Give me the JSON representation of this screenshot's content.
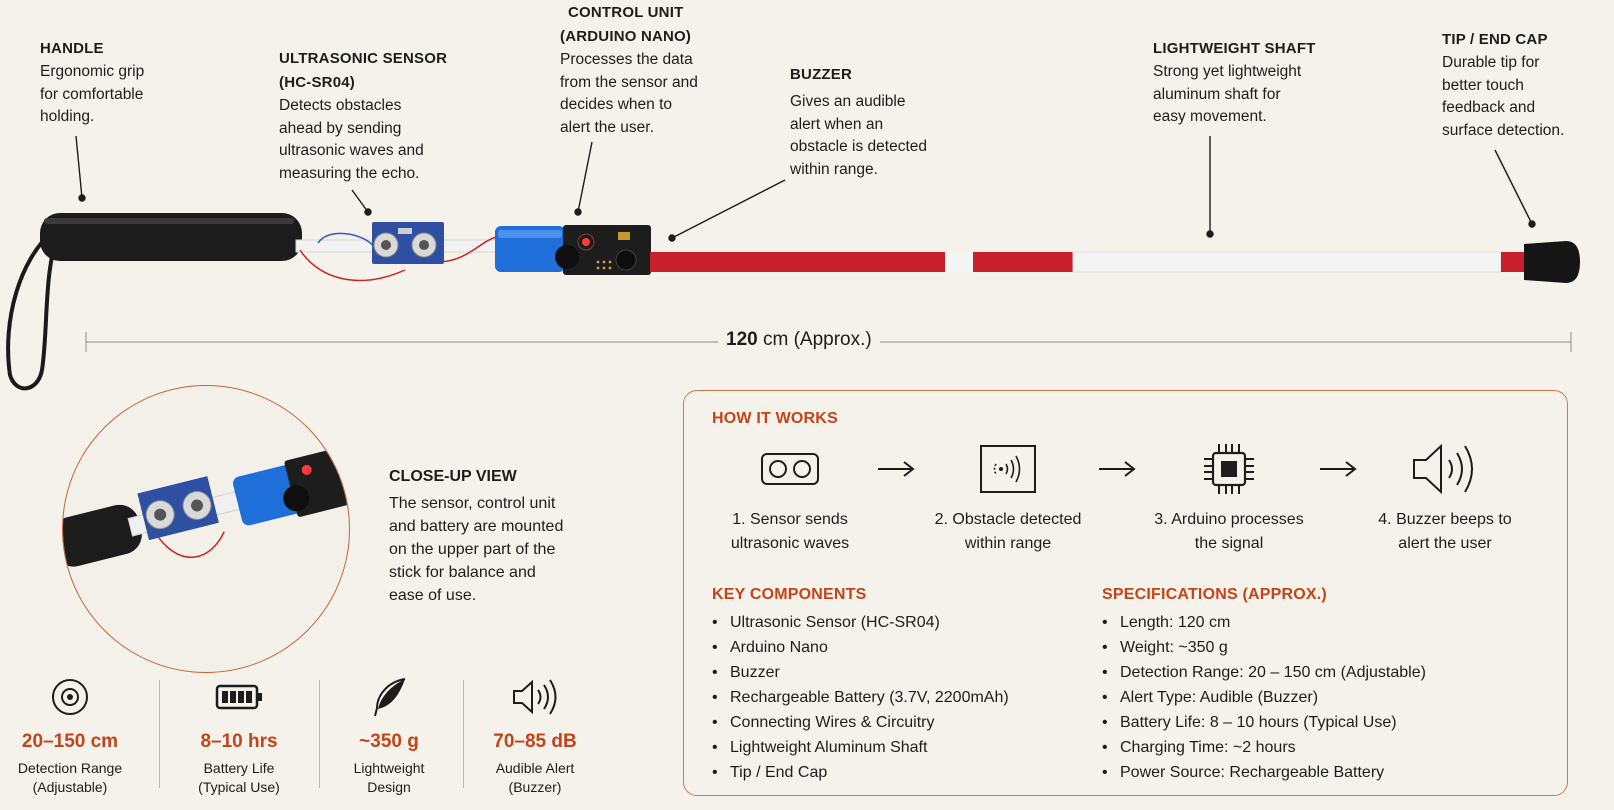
{
  "callouts": {
    "handle": {
      "title": "HANDLE",
      "text": [
        "Ergonomic grip",
        "for comfortable",
        "holding."
      ]
    },
    "sensor": {
      "title": [
        "ULTRASONIC SENSOR",
        "(HC-SR04)"
      ],
      "text": [
        "Detects obstacles",
        "ahead by sending",
        "ultrasonic waves and",
        "measuring the echo."
      ]
    },
    "control": {
      "title": [
        "CONTROL UNIT",
        "(ARDUINO NANO)"
      ],
      "text": [
        "Processes the data",
        "from the sensor and",
        "decides when to",
        "alert the user."
      ]
    },
    "buzzer": {
      "title": "BUZZER",
      "text": [
        "Gives an audible",
        "alert when an",
        "obstacle is detected",
        "within range."
      ]
    },
    "shaft": {
      "title": "LIGHTWEIGHT SHAFT",
      "text": [
        "Strong yet lightweight",
        "aluminum shaft for",
        "easy movement."
      ]
    },
    "tip": {
      "title": "TIP / END CAP",
      "text": [
        "Durable tip for",
        "better touch",
        "feedback and",
        "surface detection."
      ]
    }
  },
  "dimension": {
    "value": "120",
    "unit": "cm (Approx.)"
  },
  "closeup": {
    "title": "CLOSE-UP VIEW",
    "text": [
      "The sensor, control unit",
      "and battery are mounted",
      "on the upper part of the",
      "stick for balance and",
      "ease of use."
    ]
  },
  "stats": [
    {
      "icon": "target-icon",
      "value": "20–150 cm",
      "label": [
        "Detection Range",
        "(Adjustable)"
      ]
    },
    {
      "icon": "battery-icon",
      "value": "8–10 hrs",
      "label": [
        "Battery Life",
        "(Typical Use)"
      ]
    },
    {
      "icon": "feather-icon",
      "value": "~350 g",
      "label": [
        "Lightweight",
        "Design"
      ]
    },
    {
      "icon": "speaker-icon",
      "value": "70–85 dB",
      "label": [
        "Audible Alert",
        "(Buzzer)"
      ]
    }
  ],
  "how_it_works": {
    "title": "HOW IT WORKS",
    "steps": [
      {
        "icon": "ultrasonic-sensor-icon",
        "text": [
          "1. Sensor sends",
          "ultrasonic waves"
        ]
      },
      {
        "icon": "obstacle-detected-icon",
        "text": [
          "2. Obstacle detected",
          "within range"
        ]
      },
      {
        "icon": "chip-icon",
        "text": [
          "3. Arduino processes",
          "the signal"
        ]
      },
      {
        "icon": "speaker-icon",
        "text": [
          "4. Buzzer beeps to",
          "alert the user"
        ]
      }
    ]
  },
  "key_components": {
    "title": "KEY COMPONENTS",
    "items": [
      "Ultrasonic Sensor (HC-SR04)",
      "Arduino Nano",
      "Buzzer",
      "Rechargeable Battery (3.7V, 2200mAh)",
      "Connecting Wires & Circuitry",
      "Lightweight Aluminum Shaft",
      "Tip / End Cap"
    ]
  },
  "specifications": {
    "title": "SPECIFICATIONS (APPROX.)",
    "items": [
      "Length: 120 cm",
      "Weight: ~350 g",
      "Detection Range: 20 – 150 cm (Adjustable)",
      "Alert Type: Audible (Buzzer)",
      "Battery Life: 8 – 10 hours (Typical Use)",
      "Charging Time: ~2 hours",
      "Power Source: Rechargeable Battery"
    ]
  },
  "colors": {
    "accent": "#c4441a",
    "cane_red": "#c8202a",
    "cane_white": "#f4f4f4",
    "sensor_blue": "#2f4fa3",
    "battery_blue": "#1e6fd9"
  }
}
